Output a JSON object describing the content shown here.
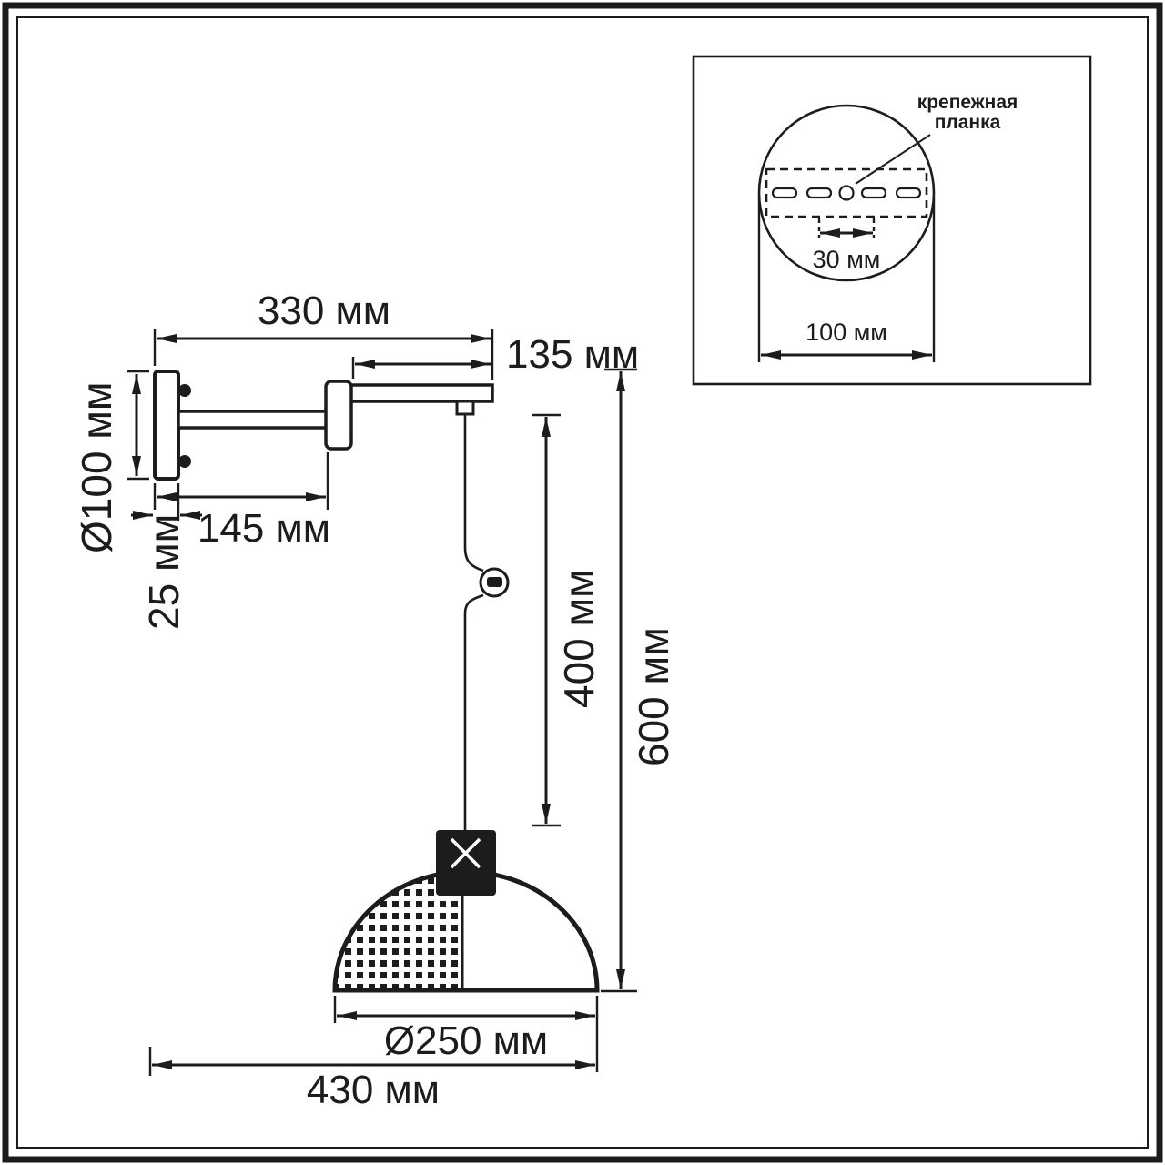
{
  "meta": {
    "ink_color": "#1c1c1c",
    "background_color": "#ffffff"
  },
  "main_view": {
    "dimensions": {
      "arm_total": "330 мм",
      "arm_front": "135 мм",
      "base_diameter": "Ø100 мм",
      "arm_back": "145 мм",
      "base_depth": "25 мм",
      "cord_length": "400 мм",
      "total_drop": "600 мм",
      "shade_diameter": "Ø250 мм",
      "total_reach": "430 мм"
    }
  },
  "mount_view": {
    "callout_line1": "крепежная",
    "callout_line2": "планка",
    "hole_spacing": "30 мм",
    "plate_width": "100 мм"
  }
}
